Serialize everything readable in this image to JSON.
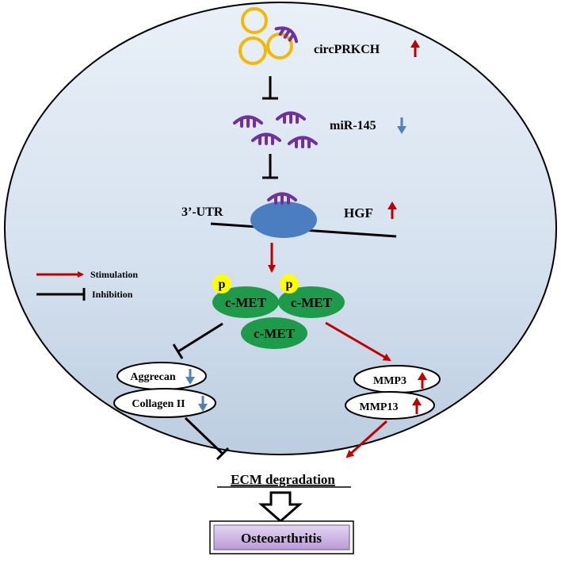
{
  "labels": {
    "circ": "circPRKCH",
    "mir": "miR-145",
    "utr": "3’-UTR",
    "hgf": "HGF",
    "phospho": "p",
    "cmet": "c-MET",
    "aggrecan": "Aggrecan",
    "collagen": "Collagen II",
    "mmp3": "MMP3",
    "mmp13": "MMP13",
    "ecm": "ECM degradation",
    "oa": "Osteoarthritis"
  },
  "legend": {
    "stimulation": "Stimulation",
    "inhibition": "Inhibition"
  },
  "regulation": {
    "circ": "up",
    "mir": "down",
    "hgf": "up",
    "aggrecan": "down",
    "collagen": "down",
    "mmp3": "up",
    "mmp13": "up"
  },
  "colors": {
    "up_arrow": "#c00000",
    "down_arrow": "#4f81bd",
    "stimulation": "#c00000",
    "inhibition": "#000000",
    "circ_ring": "#f5b800",
    "mirna": "#7030a0",
    "hgf_blob": "#4a7ec0",
    "cmet": "#1e9b4a",
    "phospho_dot": "#ffff00",
    "oa_box": "#c9b3e0"
  }
}
